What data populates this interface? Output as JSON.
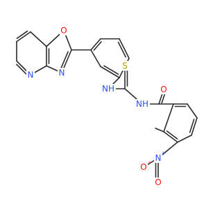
{
  "colors": {
    "bond": "#2b2b2b",
    "O": "#ff0d0d",
    "N": "#3050f8",
    "S": "#b8a000",
    "background": "#ffffff"
  },
  "atoms": {
    "oxazole_o": {
      "element": "O",
      "label": "O"
    },
    "oxazole_n": {
      "element": "N",
      "label": "N"
    },
    "pyridine_n": {
      "element": "N",
      "label": "N"
    },
    "thiourea_nh": {
      "element": "N",
      "label": "NH"
    },
    "thione_s": {
      "element": "S",
      "label": "S"
    },
    "amide_nh": {
      "element": "N",
      "label": "NH"
    },
    "carbonyl_o": {
      "element": "O",
      "label": "O"
    },
    "nitro_n": {
      "element": "N",
      "label": "N",
      "charge": "+"
    },
    "nitro_o_minus": {
      "element": "O",
      "label": "O",
      "charge": "−"
    },
    "nitro_o_double": {
      "element": "O",
      "label": "O"
    }
  }
}
